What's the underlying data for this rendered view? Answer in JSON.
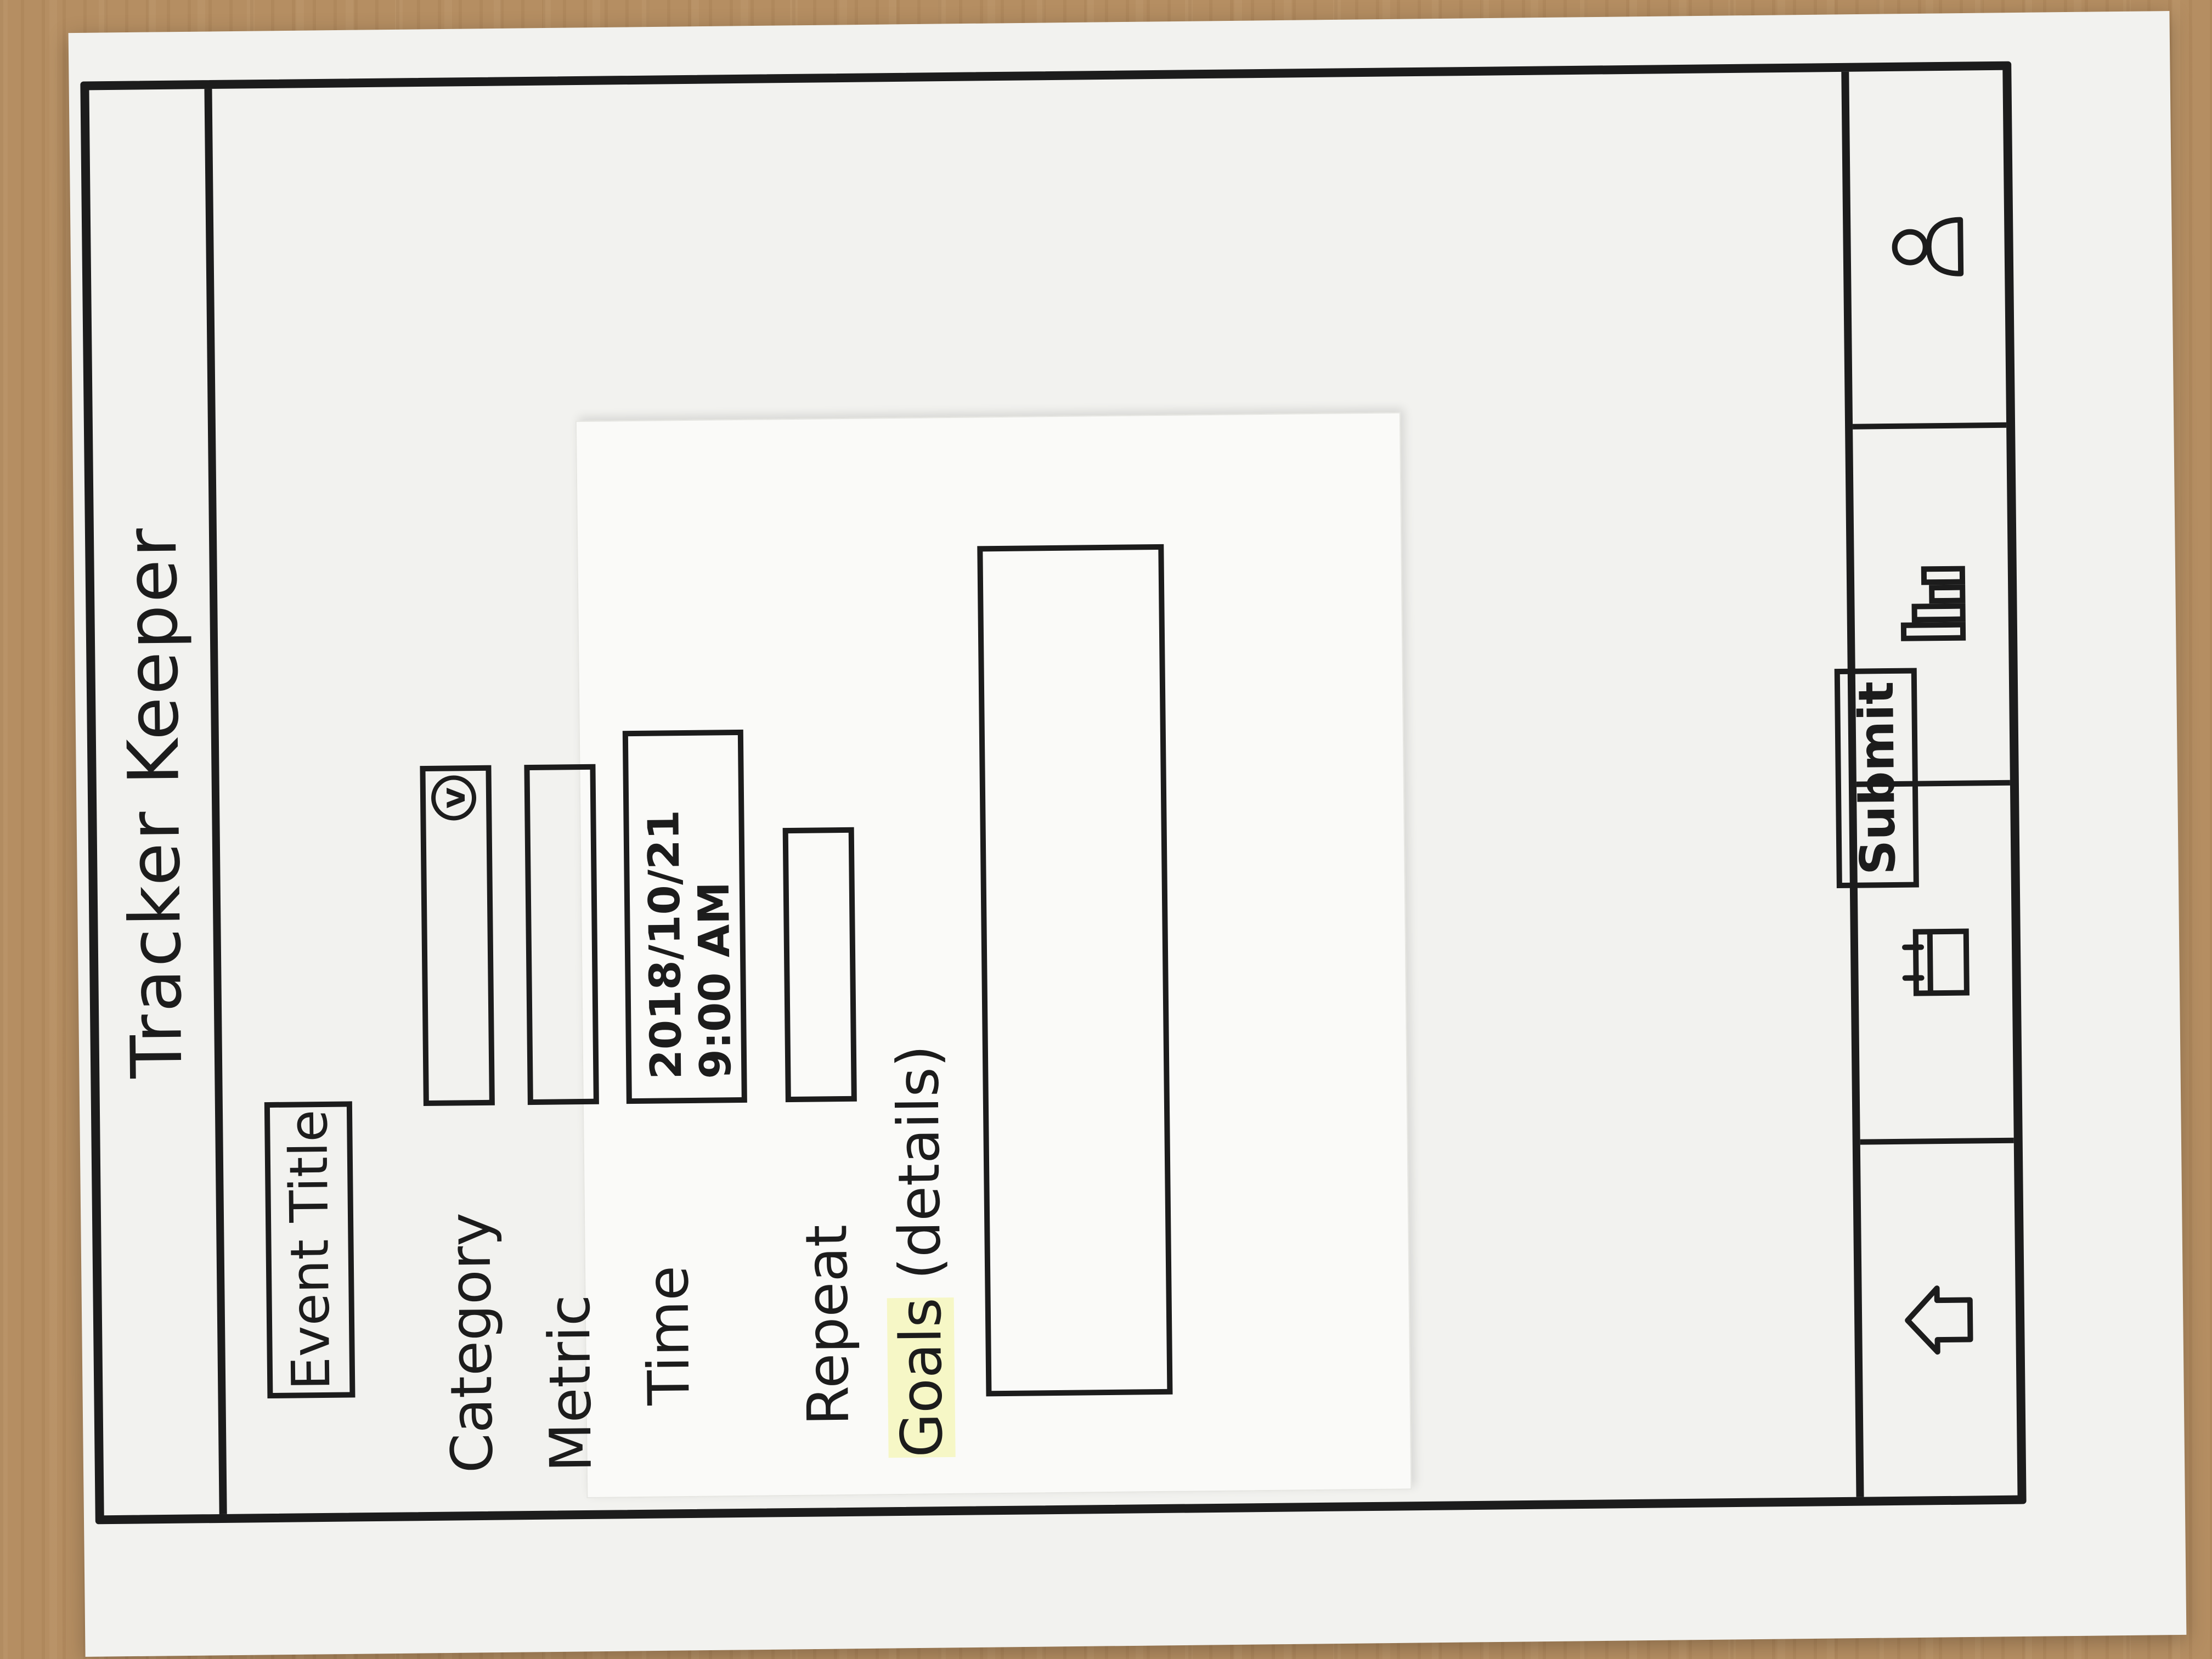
{
  "app": {
    "title": "Tracker Keeper"
  },
  "form": {
    "event_title": "Event Title",
    "category_label": "Category",
    "metric_label": "Metric",
    "time_label": "Time",
    "time_value_date": "2018/10/21",
    "time_value_clock": "9:00 AM",
    "repeat_label": "Repeat",
    "goals_label_main": "Goals",
    "goals_label_detail": "(details)",
    "dropdown_glyph": "v",
    "submit_label": "Submit"
  },
  "nav": {
    "items": [
      {
        "icon": "home-icon"
      },
      {
        "icon": "calendar-icon"
      },
      {
        "icon": "bar-chart-icon"
      },
      {
        "icon": "user-icon"
      }
    ]
  },
  "colors": {
    "ink": "#1c1c1c",
    "paper": "#f2f2ef",
    "highlight": "#f6f7c6",
    "table": "#b58e62"
  }
}
